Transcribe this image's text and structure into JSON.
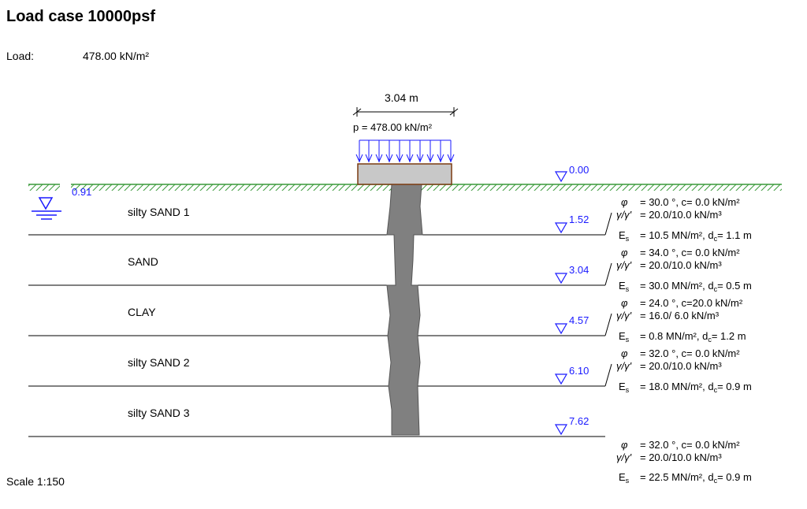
{
  "title": "Load case 10000psf",
  "load": {
    "label": "Load:",
    "value": "478.00 kN/m²"
  },
  "scale": "Scale 1:150",
  "foundation": {
    "width": "3.04 m",
    "pressure": "p = 478.00 kN/m²"
  },
  "groundwater": {
    "level": "0.91"
  },
  "elevations": [
    "0.00",
    "1.52",
    "3.04",
    "4.57",
    "6.10",
    "7.62"
  ],
  "layers": [
    {
      "name": "silty SAND 1",
      "phi": "= 30.0 °, c= 0.0 kN/m²",
      "gamma": "= 20.0/10.0 kN/m³",
      "es": "= 10.5 MN/m², d",
      "dc": "= 1.1 m"
    },
    {
      "name": "SAND",
      "phi": "= 34.0 °, c= 0.0 kN/m²",
      "gamma": "= 20.0/10.0 kN/m³",
      "es": "= 30.0 MN/m², d",
      "dc": "= 0.5 m"
    },
    {
      "name": "CLAY",
      "phi": "= 24.0 °, c=20.0 kN/m²",
      "gamma": "= 16.0/ 6.0 kN/m³",
      "es": "=  0.8 MN/m², d",
      "dc": "= 1.2 m"
    },
    {
      "name": "silty SAND 2",
      "phi": "= 32.0 °, c= 0.0 kN/m²",
      "gamma": "= 20.0/10.0 kN/m³",
      "es": "= 18.0 MN/m², d",
      "dc": "= 0.9 m"
    },
    {
      "name": "silty SAND 3",
      "phi": "= 32.0 °, c= 0.0 kN/m²",
      "gamma": "= 20.0/10.0 kN/m³",
      "es": "= 22.5 MN/m², d",
      "dc": "= 0.9 m"
    }
  ],
  "symbols": {
    "phi": "φ",
    "gamma": "γ/γ'",
    "es": "E",
    "es_sub": "s",
    "dc_sub": "c"
  },
  "colors": {
    "ground_hatch": "#3a9a3a",
    "footing": "#c8c8c8",
    "footing_border": "#7a3a10",
    "pile": "#808080",
    "level_marker": "#1a1aff"
  }
}
